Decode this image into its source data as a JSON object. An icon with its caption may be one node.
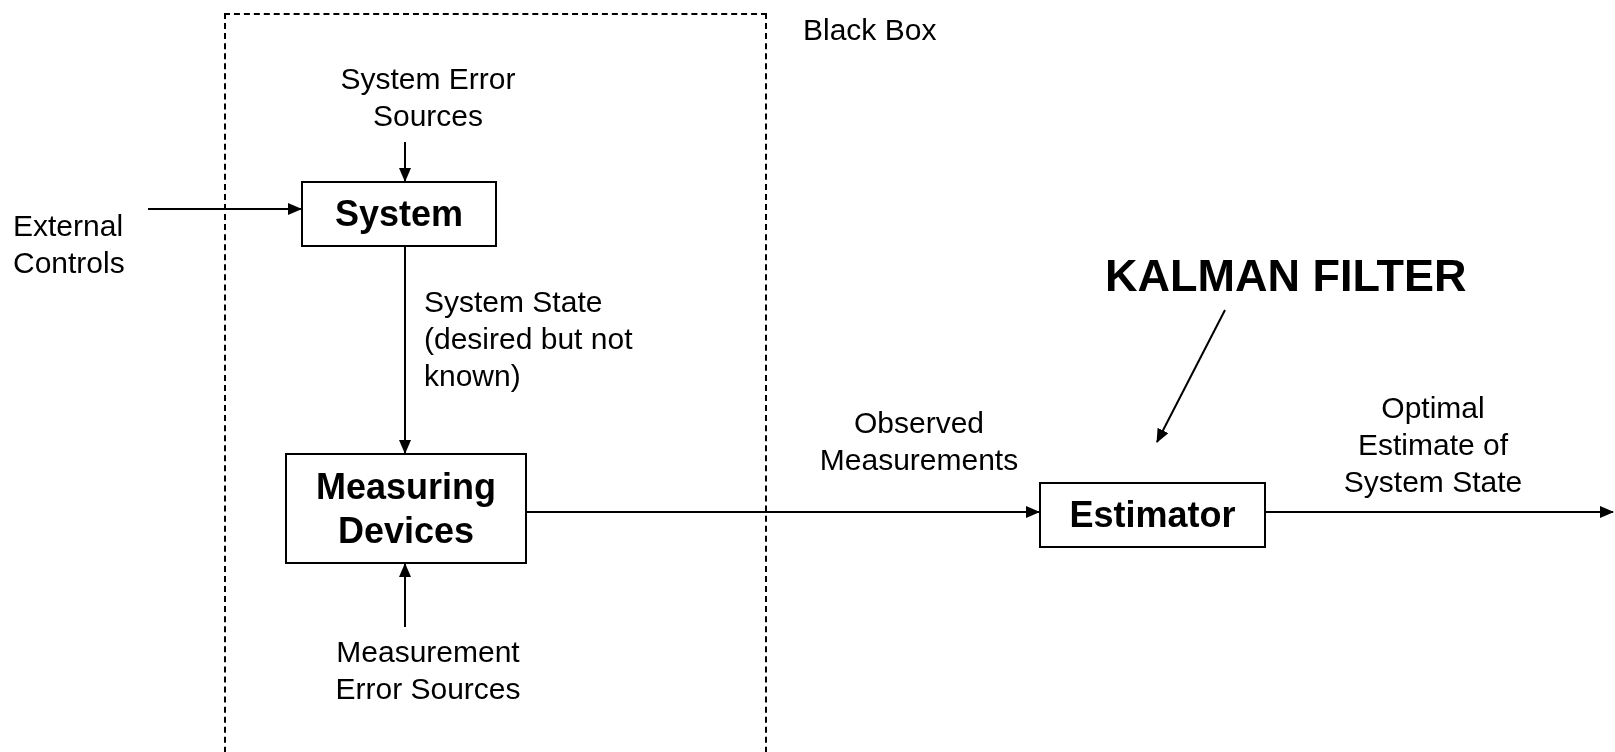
{
  "diagram": {
    "nodes": [
      {
        "text": [
          "Black Box"
        ]
      },
      {
        "text": [
          "System Error Sources"
        ],
        "in": 0
      },
      {
        "text": [
          "External Controls"
        ]
      },
      {
        "text": [
          "System"
        ],
        "in": 0
      },
      {
        "text": [
          "Measuring Devices"
        ],
        "in": 0
      },
      {
        "text": [
          "Measurement Error Sources"
        ],
        "in": 0
      },
      {
        "text": [
          "Estimator"
        ]
      },
      {
        "text": [
          "KALMAN FILTER"
        ]
      }
    ],
    "edges": [
      {
        "from": 1,
        "to": 3,
        "arrow": "to"
      },
      {
        "from": 2,
        "to": 3,
        "arrow": "to"
      },
      {
        "from": 3,
        "to": 4,
        "arrow": "to",
        "label": "System State (desired but not known)"
      },
      {
        "from": 5,
        "to": 4,
        "arrow": "to"
      },
      {
        "from": 4,
        "to": 6,
        "arrow": "to",
        "label": "Observed Measurements"
      },
      {
        "from": 6,
        "to": null,
        "arrow": "to",
        "label": "Optimal Estimate of System State"
      },
      {
        "from": 7,
        "to": 6,
        "arrow": "to"
      }
    ]
  }
}
